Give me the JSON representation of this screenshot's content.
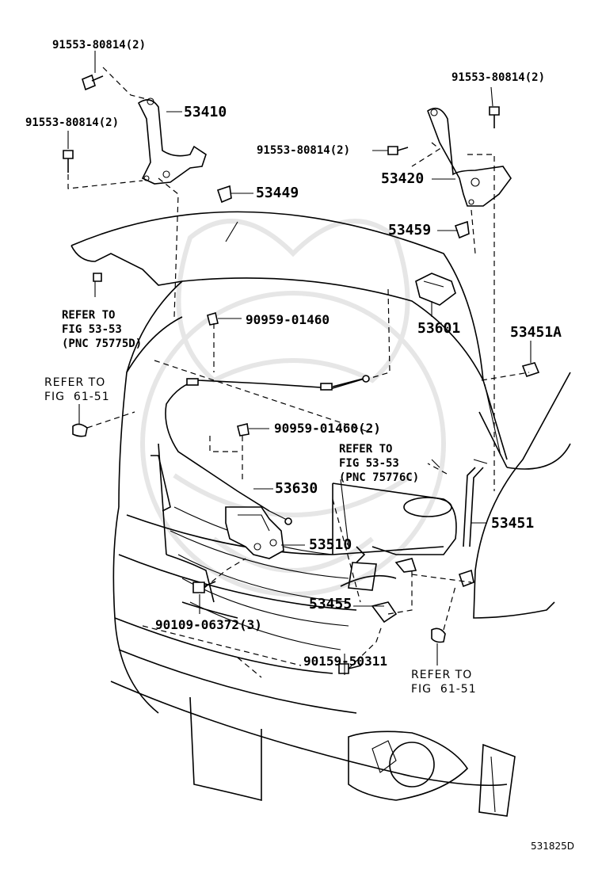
{
  "labels": {
    "bolt_top_left": "91553-80814(2)",
    "bolt_mid_left": "91553-80814(2)",
    "hinge_lh": "53410",
    "bolt_top_right": "91553-80814(2)",
    "bolt_mid_right": "91553-80814(2)",
    "hinge_rh": "53420",
    "cushion_lh": "53449",
    "cushion_rh": "53459",
    "ref_5353_d": "REFER TO\nFIG 53-53\n(PNC 75775D)",
    "clamp_1": "90959-01460",
    "lock_53601": "53601",
    "support_rod_holder": "53451A",
    "ref_6151_left": "REFER TO\nFIG  61-51",
    "clamp_2": "90959-01460(2)",
    "ref_5353_c": "REFER TO\nFIG 53-53\n(PNC 75776C)",
    "cable": "53630",
    "support_rod": "53451",
    "lock_assy": "53510",
    "bracket": "53455",
    "bolt_lock": "90109-06372(3)",
    "screw": "90159-50311",
    "ref_6151_right": "REFER TO\nFIG  61-51",
    "diagram_code": "531825D"
  }
}
